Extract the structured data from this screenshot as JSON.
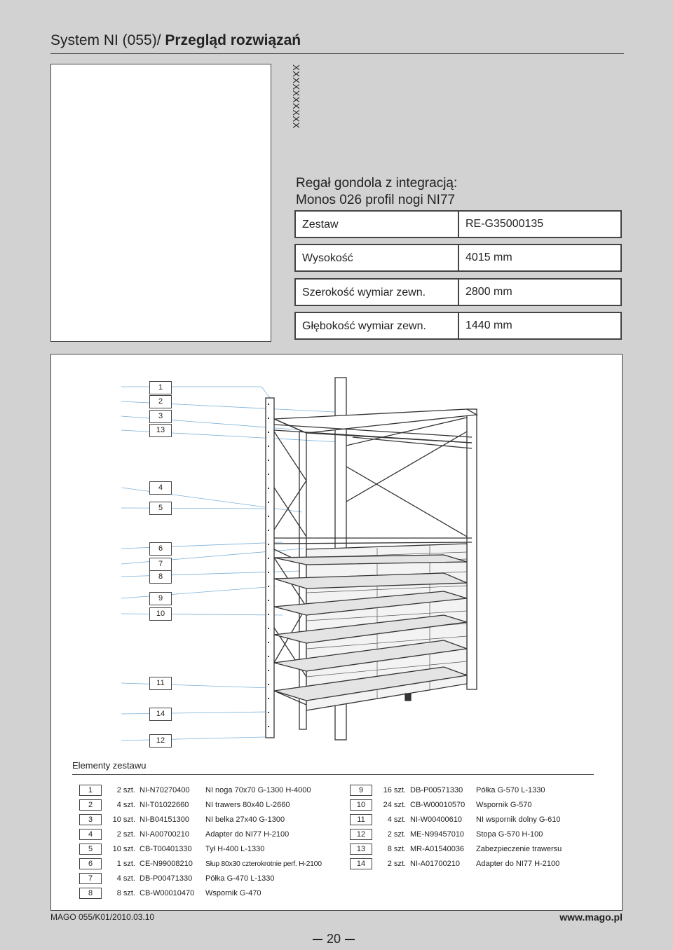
{
  "header": {
    "title_plain": "System NI (055)/ ",
    "title_bold": "Przegląd rozwiązań"
  },
  "placeholder_text": "XXXXXXXXXX",
  "product": {
    "title_line1": "Regał gondola z integracją:",
    "title_line2": "Monos 026 profil nogi NI77"
  },
  "specs": [
    {
      "label": "Zestaw",
      "value": "RE-G35000135"
    },
    {
      "label": "Wysokość",
      "value": "4015 mm"
    },
    {
      "label": "Szerokość wymiar zewn.",
      "value": "2800 mm"
    },
    {
      "label": "Głębokość wymiar zewn.",
      "value": "1440 mm"
    }
  ],
  "callouts": [
    "1",
    "2",
    "3",
    "13",
    "4",
    "5",
    "6",
    "7",
    "8",
    "9",
    "10",
    "11",
    "14",
    "12"
  ],
  "elements_title": "Elementy zestawu",
  "elements_left": [
    {
      "num": "1",
      "qty": "2 szt.",
      "code": "NI-N70270400",
      "desc": "NI noga 70x70 G-1300 H-4000"
    },
    {
      "num": "2",
      "qty": "4 szt.",
      "code": "NI-T01022660",
      "desc": "NI trawers 80x40 L-2660"
    },
    {
      "num": "3",
      "qty": "10 szt.",
      "code": "NI-B04151300",
      "desc": "NI belka 27x40 G-1300"
    },
    {
      "num": "4",
      "qty": "2 szt.",
      "code": "NI-A00700210",
      "desc": "Adapter do NI77 H-2100"
    },
    {
      "num": "5",
      "qty": "10 szt.",
      "code": "CB-T00401330",
      "desc": "Tył H-400 L-1330"
    },
    {
      "num": "6",
      "qty": "1 szt.",
      "code": "CE-N99008210",
      "desc": "Słup 80x30 czterokrotnie perf. H-2100"
    },
    {
      "num": "7",
      "qty": "4 szt.",
      "code": "DB-P00471330",
      "desc": "Półka G-470 L-1330"
    },
    {
      "num": "8",
      "qty": "8 szt.",
      "code": "CB-W00010470",
      "desc": "Wspornik G-470"
    }
  ],
  "elements_right": [
    {
      "num": "9",
      "qty": "16 szt.",
      "code": "DB-P00571330",
      "desc": "Półka G-570 L-1330"
    },
    {
      "num": "10",
      "qty": "24 szt.",
      "code": "CB-W00010570",
      "desc": "Wspornik G-570"
    },
    {
      "num": "11",
      "qty": "4 szt.",
      "code": "NI-W00400610",
      "desc": "NI wspornik dolny G-610"
    },
    {
      "num": "12",
      "qty": "2 szt.",
      "code": "ME-N99457010",
      "desc": "Stopa G-570 H-100"
    },
    {
      "num": "13",
      "qty": "8 szt.",
      "code": "MR-A01540036",
      "desc": "Zabezpieczenie trawersu"
    },
    {
      "num": "14",
      "qty": "2 szt.",
      "code": "NI-A01700210",
      "desc": "Adapter do NI77 H-2100"
    }
  ],
  "footer": {
    "left": "MAGO 055/K01/2010.03.10",
    "right": "www.mago.pl",
    "page": "20"
  }
}
